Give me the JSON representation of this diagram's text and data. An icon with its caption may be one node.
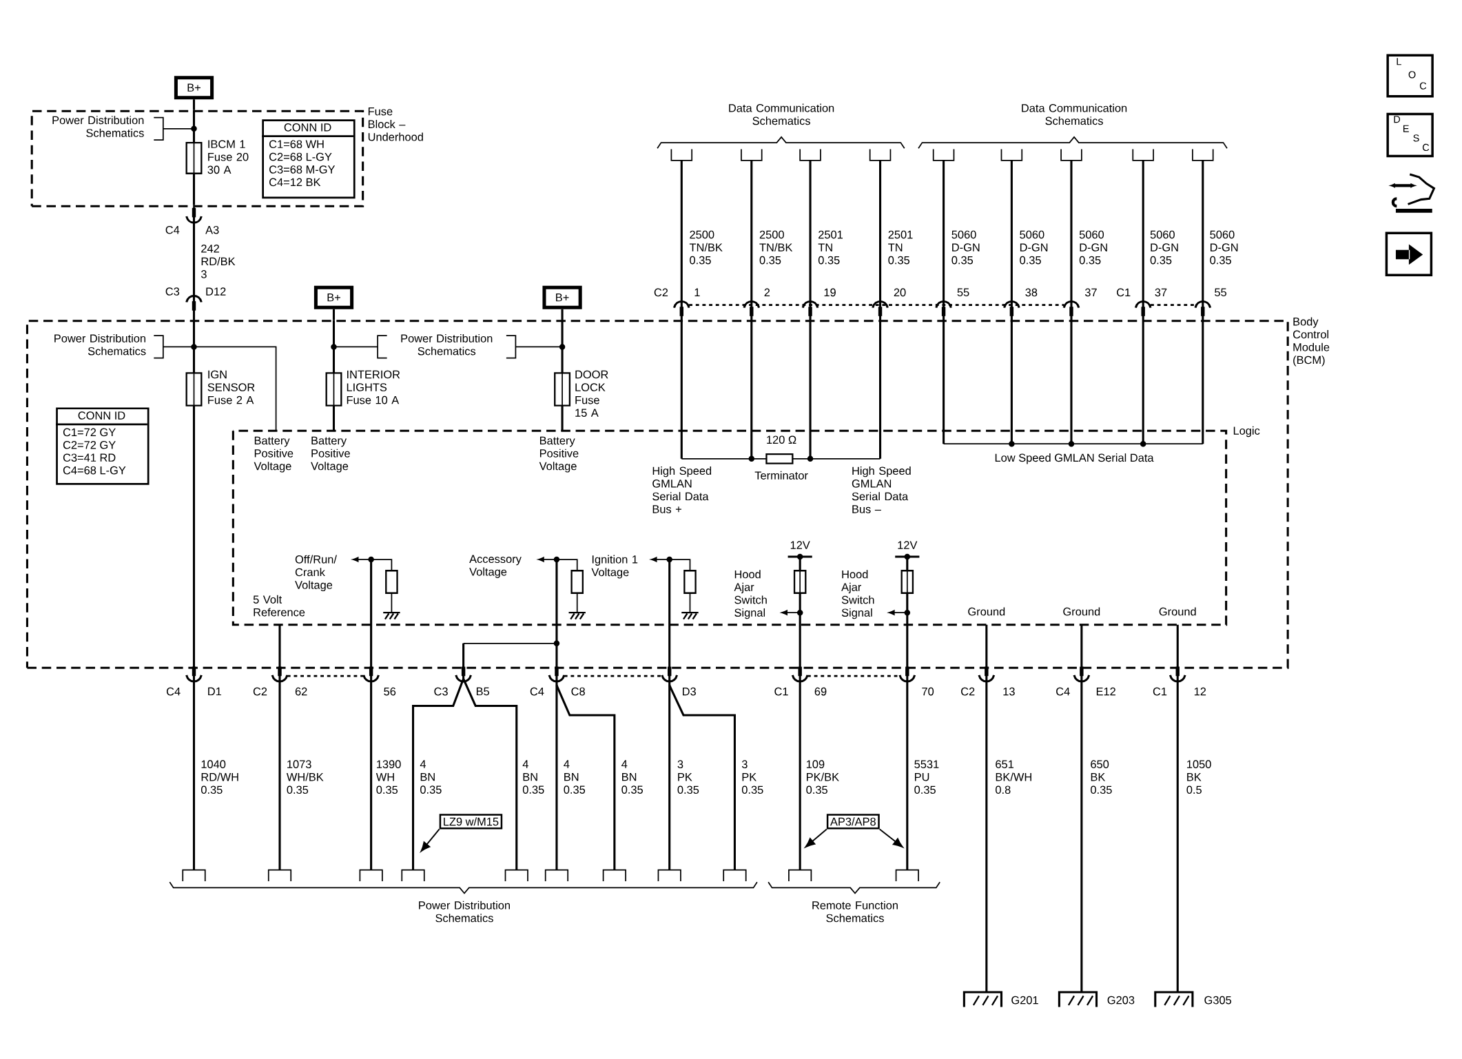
{
  "diagram": {
    "nodes": [
      {
        "text": [
          "B+"
        ]
      },
      {
        "text": [
          "Fuse Block – Underhood"
        ]
      },
      {
        "text": [
          "CONN ID",
          "C1=68 WH",
          "C2=68 L-GY",
          "C3=68 M-GY",
          "C4=12 BK"
        ],
        "in": 1
      },
      {
        "text": [
          "B+"
        ]
      },
      {
        "text": [
          "B+"
        ]
      },
      {
        "text": [
          "Body Control Module (BCM)"
        ]
      },
      {
        "text": [
          "CONN ID",
          "C1=72 GY",
          "C2=72 GY",
          "C3=41 RD",
          "C4=68 L-GY"
        ],
        "in": 5
      },
      {
        "text": [
          "LZ9 w/M15"
        ]
      },
      {
        "text": [
          "AP3/AP8"
        ]
      },
      {
        "text": [
          "L",
          "O",
          "C"
        ]
      },
      {
        "text": [
          "D",
          "E",
          "S",
          "C"
        ]
      }
    ],
    "edges": [
      {
        "from": 0,
        "to": 1,
        "arrow": "none"
      },
      {
        "from": 1,
        "to": 5,
        "arrow": "none"
      },
      {
        "from": 3,
        "to": 5,
        "arrow": "none"
      },
      {
        "from": 4,
        "to": 5,
        "arrow": "none"
      },
      {
        "from": 7,
        "to": null,
        "arrow": "to"
      },
      {
        "from": 8,
        "to": null,
        "arrow": "to"
      },
      {
        "from": 8,
        "to": null,
        "arrow": "to"
      }
    ],
    "labels": [
      "Power Distribution Schematics",
      "IBCM 1 Fuse 20 30 A",
      "C4",
      "A3",
      "242 RD/BK 3",
      "C3",
      "D12",
      "Data Communication Schematics",
      "Data Communication Schematics",
      "2500 TN/BK 0.35",
      "2500 TN/BK 0.35",
      "2501 TN 0.35",
      "2501 TN 0.35",
      "5060 D-GN 0.35",
      "5060 D-GN 0.35",
      "5060 D-GN 0.35",
      "5060 D-GN 0.35",
      "5060 D-GN 0.35",
      "C2",
      "1",
      "2",
      "19",
      "20",
      "55",
      "38",
      "37",
      "C1",
      "37",
      "55",
      "Power Distribution Schematics",
      "Power Distribution Schematics",
      "IGN SENSOR Fuse 2 A",
      "INTERIOR LIGHTS Fuse 10 A",
      "DOOR LOCK Fuse 15 A",
      "Battery Positive Voltage",
      "Battery Positive Voltage",
      "Battery Positive Voltage",
      "Logic",
      "120 Ω",
      "Terminator",
      "High Speed GMLAN Serial Data Bus +",
      "High Speed GMLAN Serial Data Bus –",
      "Low Speed GMLAN Serial Data",
      "Off/Run/ Crank Voltage",
      "5 Volt Reference",
      "Accessory Voltage",
      "Ignition 1 Voltage",
      "12V",
      "12V",
      "Hood Ajar Switch Signal",
      "Hood Ajar Switch Signal",
      "Ground",
      "Ground",
      "Ground",
      "C4",
      "D1",
      "C2",
      "62",
      "56",
      "C3",
      "B5",
      "C4",
      "C8",
      "D3",
      "C1",
      "69",
      "70",
      "C2",
      "13",
      "C4",
      "E12",
      "C1",
      "12",
      "1040 RD/WH 0.35",
      "1073 WH/BK 0.35",
      "1390 WH 0.35",
      "4 BN 0.35",
      "4 BN 0.35",
      "4 BN 0.35",
      "4 BN 0.35",
      "3 PK 0.35",
      "3 PK 0.35",
      "109 PK/BK 0.35",
      "5531 PU 0.35",
      "651 BK/WH 0.8",
      "650 BK 0.35",
      "1050 BK 0.5",
      "Power Distribution Schematics",
      "Remote Function Schematics",
      "G201",
      "G203",
      "G305"
    ]
  }
}
